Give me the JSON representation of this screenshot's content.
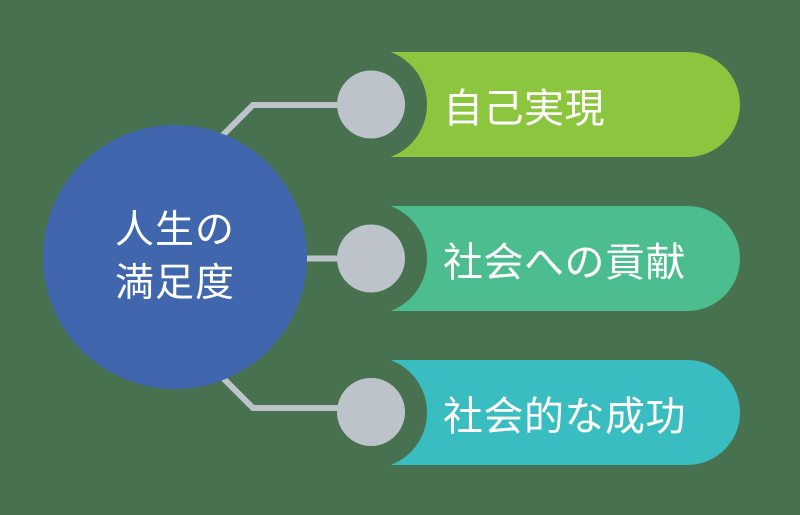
{
  "canvas": {
    "background": "#48714F"
  },
  "hub": {
    "label_line1": "人生の",
    "label_line2": "満足度",
    "color": "#4066AE",
    "text_color": "#FFFFFF"
  },
  "connector_color": "#BDC3CB",
  "node_color": "#BDC3CB",
  "items": [
    {
      "label": "自己実現",
      "color": "#8CC63F",
      "text_color": "#FFFFFF"
    },
    {
      "label": "社会への貢献",
      "color": "#4BBD8E",
      "text_color": "#FFFFFF"
    },
    {
      "label": "社会的な成功",
      "color": "#39BDC1",
      "text_color": "#FFFFFF"
    }
  ]
}
